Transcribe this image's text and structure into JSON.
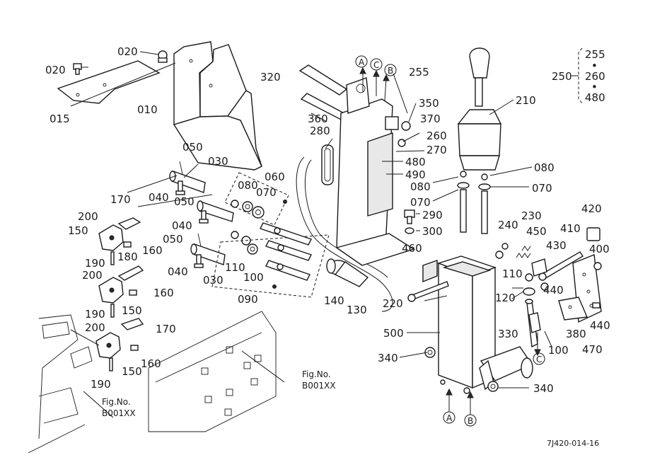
{
  "figure_code": "7J420-014-16",
  "assembly_250": {
    "label": "250",
    "members": [
      "255",
      "260",
      "480"
    ],
    "dots": [
      "•",
      "•"
    ]
  },
  "callout_letters": [
    "A",
    "C",
    "B"
  ],
  "fig_refs": [
    {
      "line1": "Fig.No.",
      "line2": "B001XX"
    },
    {
      "line1": "Fig.No.",
      "line2": "B001XX"
    }
  ],
  "part_labels": {
    "p020a": "020",
    "p020b": "020",
    "p015": "015",
    "p010": "010",
    "p320": "320",
    "p360": "360",
    "p280": "280",
    "p255": "255",
    "p350": "350",
    "p370": "370",
    "p260": "260",
    "p270": "270",
    "p480": "480",
    "p490": "490",
    "p210": "210",
    "p080a": "080",
    "p070a": "070",
    "p080b": "080",
    "p070b": "070",
    "p290": "290",
    "p300": "300",
    "p460": "460",
    "p140": "140",
    "p130": "130",
    "p220": "220",
    "p500": "500",
    "p340a": "340",
    "p340b": "340",
    "p330": "330",
    "p100a": "100",
    "p110a": "110",
    "p120": "120",
    "p240": "240",
    "p230": "230",
    "p450": "450",
    "p410": "410",
    "p420": "420",
    "p400": "400",
    "p430": "430",
    "p440a": "440",
    "p440b": "440",
    "p380": "380",
    "p470": "470",
    "p050a": "050",
    "p030a": "030",
    "p060": "060",
    "p080c": "080",
    "p070c": "070",
    "p040a": "040",
    "p050b": "050",
    "p170a": "170",
    "p200a": "200",
    "p150a": "150",
    "p180": "180",
    "p160a": "160",
    "p040b": "040",
    "p050c": "050",
    "p190a": "190",
    "p200b": "200",
    "p110b": "110",
    "p100b": "100",
    "p040c": "040",
    "p030b": "030",
    "p090": "090",
    "p160b": "160",
    "p150b": "150",
    "p190b": "190",
    "p170b": "170",
    "p200c": "200",
    "p160c": "160",
    "p150c": "150",
    "p190c": "190"
  }
}
